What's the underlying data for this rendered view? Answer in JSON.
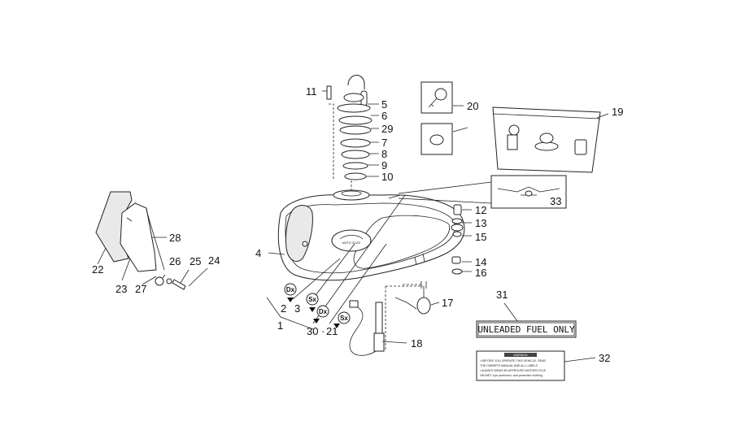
{
  "callouts": {
    "n1": "1",
    "n2": "2",
    "n3": "3",
    "n4": "4",
    "n5": "5",
    "n6": "6",
    "n7": "7",
    "n8": "8",
    "n9": "9",
    "n10": "10",
    "n11": "11",
    "n12": "12",
    "n13": "13",
    "n14": "14",
    "n15": "15",
    "n16": "16",
    "n17": "17",
    "n18": "18",
    "n19": "19",
    "n20": "20",
    "n21": "21",
    "n22": "22",
    "n23": "23",
    "n24": "24",
    "n25": "25",
    "n26": "26",
    "n27": "27",
    "n28": "28",
    "n29": "29",
    "n30": "30",
    "n31": "31",
    "n32": "32",
    "n33": "33"
  },
  "side_tags": {
    "dx": "Dx",
    "sx": "Sx"
  },
  "decal_31_text": "UNLEADED FUEL ONLY",
  "decal_32": {
    "header": "WARNING",
    "line1": "• BEFORE YOU OPERATE THIS VEHICLE, READ",
    "line2": "THE OWNER'S MANUAL AND ALL LABELS.",
    "line3": "• ALWAYS WEAR AN APPROVED MOTORCYCLE",
    "line4": "HELMET, eye protection, and protective clothing."
  },
  "icon_names": [
    "key-icon",
    "grommet-icon",
    "fuel-tank-icon",
    "fuel-cap-icon",
    "fuel-tap-icon",
    "eagle-logo-icon"
  ]
}
